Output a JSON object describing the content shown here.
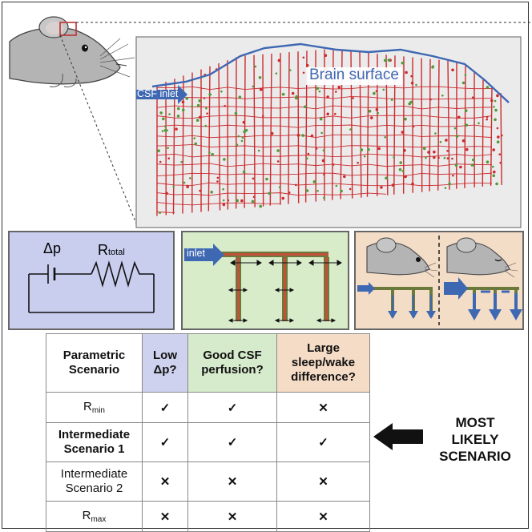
{
  "top_diagram": {
    "brain_surface_label": "Brain surface",
    "csf_inlet_label": "CSF inlet"
  },
  "circuit_panel": {
    "pressure_label": "Δp",
    "resistance_label_main": "R",
    "resistance_label_sub": "total"
  },
  "network_panel": {
    "inlet_label": "inlet"
  },
  "table": {
    "headers": {
      "scenario": "Parametric Scenario",
      "low_dp": "Low Δp?",
      "good_csf": "Good CSF perfusion?",
      "large_diff": "Large sleep/wake difference?"
    },
    "rows": [
      {
        "main": "R",
        "sub": "min",
        "low_dp": "✓",
        "good_csf": "✓",
        "large_diff": "✕"
      },
      {
        "name": "Intermediate Scenario 1",
        "low_dp": "✓",
        "good_csf": "✓",
        "large_diff": "✓"
      },
      {
        "name": "Intermediate Scenario 2",
        "low_dp": "✕",
        "good_csf": "✕",
        "large_diff": "✕"
      },
      {
        "main": "R",
        "sub": "max",
        "low_dp": "✕",
        "good_csf": "✕",
        "large_diff": "✕"
      }
    ]
  },
  "callout": {
    "line1": "MOST",
    "line2": "LIKELY",
    "line3": "SCENARIO"
  },
  "colors": {
    "table_header_low_dp": "#cfd2ee",
    "table_header_good_csf": "#d6ebcc",
    "table_header_large_diff": "#f5dcc6",
    "circuit_panel_bg": "#c9cdee",
    "network_panel_bg": "#d8ecca",
    "mouse_panel_bg": "#f3ddc7",
    "blue_arrow": "#3f68b3",
    "vessel_red": "#cc2a2f",
    "vessel_green": "#4f9b3a",
    "check_green": "#3a9a3a",
    "cross_red": "#d21f26"
  }
}
